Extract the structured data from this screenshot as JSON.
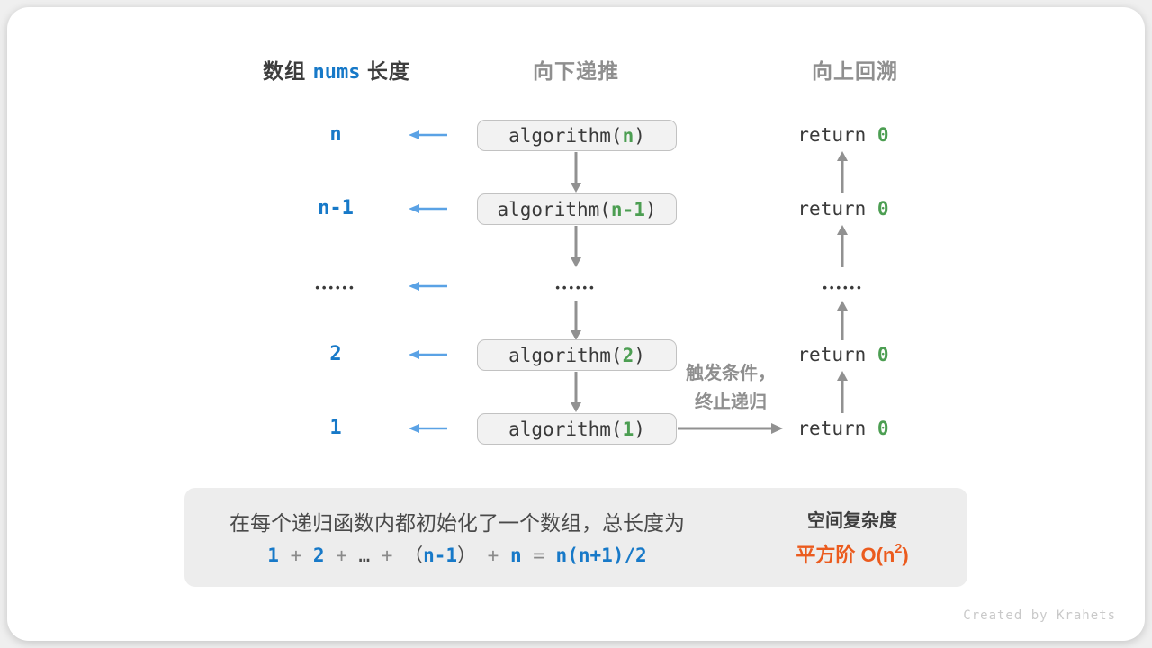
{
  "headers": {
    "array_prefix": "数组 ",
    "array_code": "nums",
    "array_suffix": " 长度",
    "recurse_down": "向下递推",
    "backtrack_up": "向上回溯"
  },
  "rows": [
    {
      "label": "n",
      "call_pre": "algorithm(",
      "param": "n",
      "call_post": ")",
      "ret_kw": "return ",
      "ret_val": "0"
    },
    {
      "label": "n-1",
      "call_pre": "algorithm(",
      "param": "n-1",
      "call_post": ")",
      "ret_kw": "return ",
      "ret_val": "0"
    },
    {
      "label": "••••••",
      "call_dots": "••••••",
      "ret_dots": "••••••"
    },
    {
      "label": "2",
      "call_pre": "algorithm(",
      "param": "2",
      "call_post": ")",
      "ret_kw": "return ",
      "ret_val": "0"
    },
    {
      "label": "1",
      "call_pre": "algorithm(",
      "param": "1",
      "call_post": ")",
      "ret_kw": "return ",
      "ret_val": "0"
    }
  ],
  "annotation": {
    "line1": "触发条件，",
    "line2": "终止递归"
  },
  "summary": {
    "line1": "在每个递归函数内都初始化了一个数组，总长度为",
    "formula": [
      {
        "t": "1"
      },
      {
        "t": " + "
      },
      {
        "t": "2"
      },
      {
        "t": " + "
      },
      {
        "t": "…"
      },
      {
        "t": " + "
      },
      {
        "t": "（"
      },
      {
        "t": "n-1"
      },
      {
        "t": "）"
      },
      {
        "t": " + "
      },
      {
        "t": "n"
      },
      {
        "t": " = "
      },
      {
        "t": "n(n+1)/2"
      }
    ],
    "result_title": "空间复杂度",
    "result_prefix": "平方阶 O(n",
    "result_sup": "2",
    "result_suffix": ")"
  },
  "credit": "Created by Krahets",
  "colors": {
    "blue_text": "#1779C8",
    "blue_arrow": "#5AA2E5",
    "green": "#4C9E52",
    "gray_arrow": "#919191",
    "dark_text": "#3A3A3A",
    "orange": "#EB5B1E",
    "box_fill": "#F2F2F2",
    "summary_fill": "#EDEDED",
    "block_arrow": "#C8C8C8"
  }
}
